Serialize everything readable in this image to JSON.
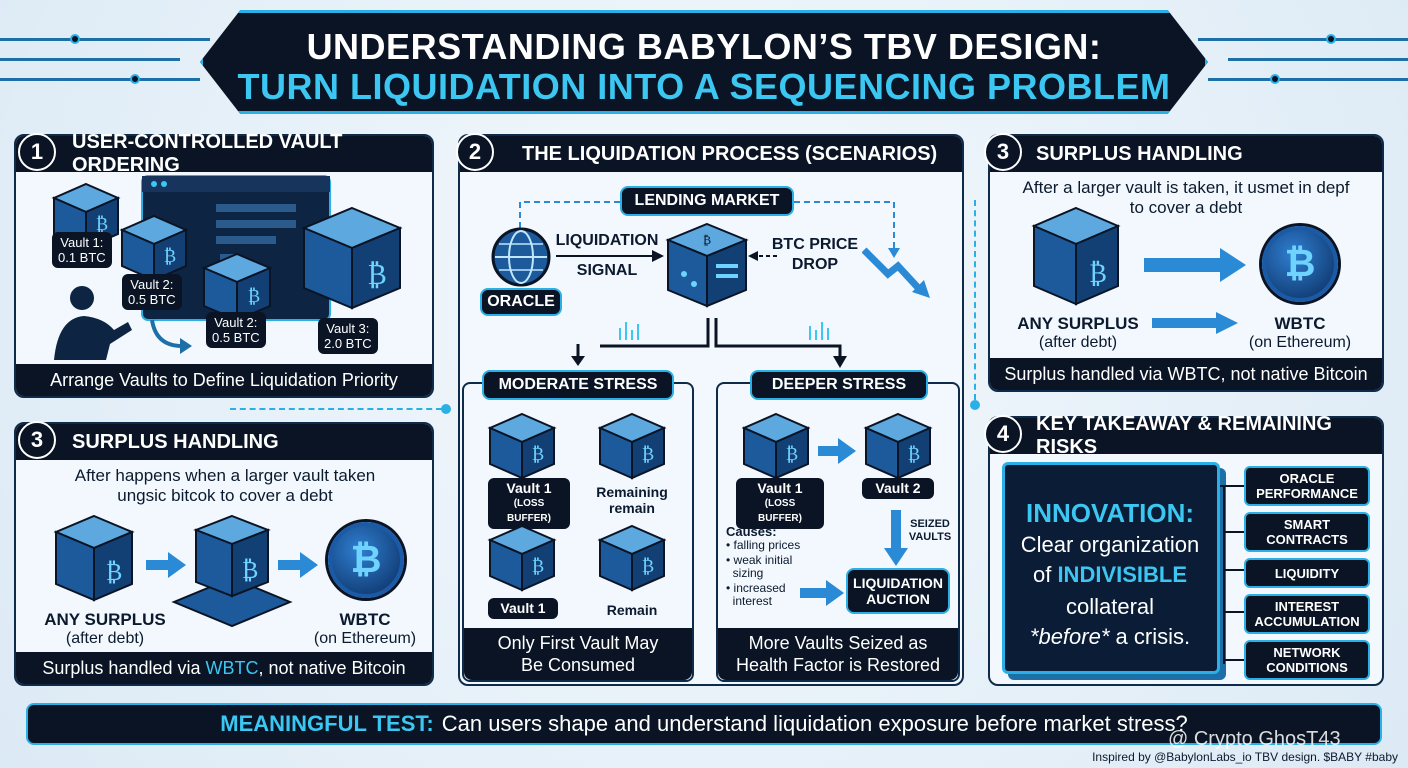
{
  "title": {
    "line1": "UNDERSTANDING BABYLON’S TBV DESIGN:",
    "line2": "TURN LIQUIDATION INTO A SEQUENCING PROBLEM"
  },
  "panel1": {
    "number": "1",
    "heading": "USER-CONTROLLED VAULT ORDERING",
    "vault1": "Vault 1:\n0.1 BTC",
    "vault2a": "Vault 2:\n0.5 BTC",
    "vault2b": "Vault 2:\n0.5 BTC",
    "vault3": "Vault 3:\n2.0 BTC",
    "footer": "Arrange Vaults to Define Liquidation Priority"
  },
  "panel3left": {
    "number": "3",
    "heading": "SURPLUS HANDLING",
    "desc_line1": "After happens when a larger vault taken",
    "desc_line2": "ungsic bitcok to cover a debt",
    "any_surplus": "ANY SURPLUS",
    "after_debt": "(after debt)",
    "wbtc": "WBTC",
    "on_eth": "(on Ethereum)",
    "footer_a": "Surplus handled via ",
    "footer_hl": "WBTC",
    "footer_b": ", not native Bitcoin"
  },
  "panel2": {
    "number": "2",
    "heading": "THE LIQUIDATION PROCESS (SCENARIOS)",
    "lending_market": "LENDING MARKET",
    "oracle": "ORACLE",
    "liq_label": "LIQUIDATION",
    "signal_label": "SIGNAL",
    "btc_price": "BTC PRICE",
    "drop": "DROP",
    "moderate": {
      "heading": "MODERATE STRESS",
      "vault1_top": "Vault 1",
      "loss_buffer_top": "(LOSS BUFFER)",
      "remaining": "Remaining\nremain",
      "vault1_bottom": "Vault 1",
      "remain": "Remain",
      "footer_line1": "Only First Vault May",
      "footer_line2": "Be Consumed"
    },
    "deeper": {
      "heading": "DEEPER STRESS",
      "vault1": "Vault 1",
      "loss_buffer": "(LOSS BUFFER)",
      "vault2": "Vault 2",
      "seized_vaults": "SEIZED\nVAULTS",
      "causes_title": "Causes:",
      "causes": [
        "• falling prices",
        "• weak initial\n  sizing",
        "• increased\n  interest"
      ],
      "auction": "LIQUIDATION\nAUCTION",
      "footer_line1": "More Vaults Seized as",
      "footer_line2": "Health Factor is Restored"
    }
  },
  "panel3right": {
    "number": "3",
    "heading": "SURPLUS HANDLING",
    "desc_line1": "After a larger vault is taken, it usmet in depf",
    "desc_line2": "to cover a debt",
    "any_surplus": "ANY SURPLUS",
    "after_debt": "(after debt)",
    "wbtc": "WBTC",
    "on_eth": "(on Ethereum)",
    "footer": "Surplus handled via WBTC, not native Bitcoin"
  },
  "panel4": {
    "number": "4",
    "heading": "KEY TAKEAWAY & REMAINING RISKS",
    "innovation": "INNOVATION:",
    "line1": "Clear organization",
    "line2_a": "of ",
    "line2_hl": "INDIVISIBLE",
    "line3": "collateral",
    "line4_em": "*before*",
    "line4_b": " a crisis.",
    "risks": [
      "ORACLE\nPERFORMANCE",
      "SMART\nCONTRACTS",
      "LIQUIDITY",
      "INTEREST\nACCUMULATION",
      "NETWORK\nCONDITIONS"
    ]
  },
  "bottom": {
    "highlight": "MEANINGFUL TEST:",
    "text": "Can users shape and understand liquidation exposure before market stress?"
  },
  "credit": "Inspired by @BabylonLabs_io TBV design. $BABY #baby",
  "watermark": "@ Crypto GhosT43",
  "icons": [
    "bitcoin-cube-icon",
    "bitcoin-coin-icon",
    "globe-icon",
    "person-icon",
    "arrow-icon",
    "zigzag-drop-icon"
  ],
  "colors": {
    "navy": "#0a1424",
    "accent": "#3cc6f2",
    "border": "#2ab0e6"
  }
}
